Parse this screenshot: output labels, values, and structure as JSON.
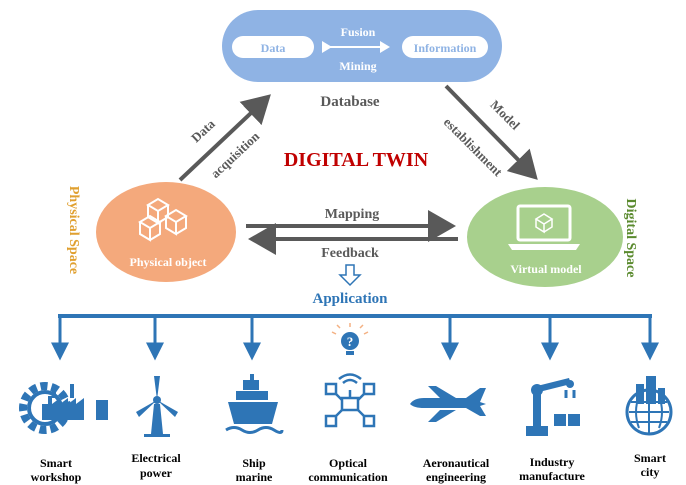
{
  "database": {
    "fusion": "Fusion",
    "mining": "Mining",
    "data": "Data",
    "information": "Information",
    "label": "Database"
  },
  "arrows": {
    "acquisition_line1": "Data",
    "acquisition_line2": "acquisition",
    "model_line1": "Model",
    "model_line2": "establishment",
    "mapping": "Mapping",
    "feedback": "Feedback"
  },
  "title": "DIGITAL TWIN",
  "physical": {
    "space": "Physical Space",
    "label": "Physical object"
  },
  "virtual": {
    "space": "Digital Space",
    "label": "Virtual model"
  },
  "application": "Application",
  "apps": [
    {
      "icon": "gear-factory-icon",
      "line1": "Smart",
      "line2": "workshop"
    },
    {
      "icon": "wind-turbine-icon",
      "line1": "Electrical",
      "line2": "power"
    },
    {
      "icon": "ship-icon",
      "line1": "Ship",
      "line2": "marine"
    },
    {
      "icon": "network-nodes-icon",
      "line1": "Optical",
      "line2": "communication"
    },
    {
      "icon": "airplane-icon",
      "line1": "Aeronautical",
      "line2": "engineering"
    },
    {
      "icon": "robot-arm-icon",
      "line1": "Industry",
      "line2": "manufacture"
    },
    {
      "icon": "city-globe-icon",
      "line1": "Smart",
      "line2": "city"
    }
  ],
  "colors": {
    "database": "#8fb3e4",
    "physical": "#f4a97c",
    "virtual": "#a8d08d",
    "arrow": "#595959",
    "title": "#c00000",
    "physical_space": "#e0a030",
    "digital_space": "#5a8a2e",
    "app_blue": "#2e75b6"
  }
}
